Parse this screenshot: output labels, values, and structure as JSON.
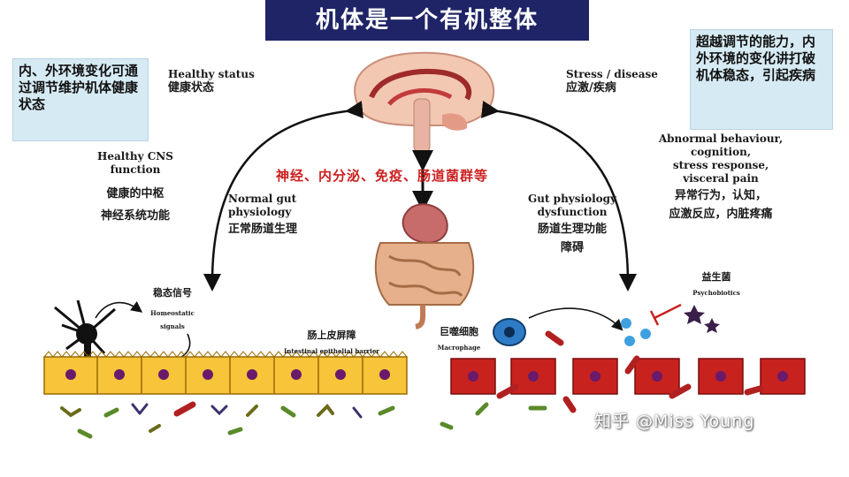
{
  "title": "机体是一个有机整体",
  "left_note": "内、外环境变化可通过调节维护机体健康状态",
  "right_note": "超越调节的能力，内外环境的变化讲打破机体稳态，引起疾病",
  "healthy_status": {
    "en": "Healthy status",
    "cn": "健康状态"
  },
  "stress": {
    "en": "Stress / disease",
    "cn": "应激/疾病"
  },
  "cns": {
    "en1": "Healthy CNS",
    "en2": "function",
    "cn1": "健康的中枢",
    "cn2": "神经系统功能"
  },
  "center_axis": "神经、内分泌、免疫、肠道菌群等",
  "normal_gut": {
    "en1": "Normal gut",
    "en2": "physiology",
    "cn": "正常肠道生理"
  },
  "gut_dys": {
    "en1": "Gut physiology",
    "en2": "dysfunction",
    "cn1": "肠道生理功能",
    "cn2": "障碍"
  },
  "abnormal": {
    "en1": "Abnormal behaviour,",
    "en2": "cognition,",
    "en3": "stress response,",
    "en4": "visceral pain",
    "cn1": "异常行为，认知，",
    "cn2": "应激反应，内脏疼痛"
  },
  "homeostatic": {
    "cn": "稳态信号",
    "en1": "Homeostatic",
    "en2": "signals"
  },
  "barrier": {
    "cn": "肠上皮屏障",
    "en": "Intestinal epithelial barrier"
  },
  "macrophage": {
    "cn": "巨噬细胞",
    "en": "Macrophage"
  },
  "probiotic": {
    "cn": "益生菌",
    "en": "Psychobiotics"
  },
  "watermark": "知乎 @Miss Young",
  "colors": {
    "title_bg": "#1f2466",
    "axis_red": "#cc1f1f",
    "note_bg": "#d6eaf3",
    "healthy_cell": "#f2b21c",
    "diseased_cell": "#c8221f"
  }
}
